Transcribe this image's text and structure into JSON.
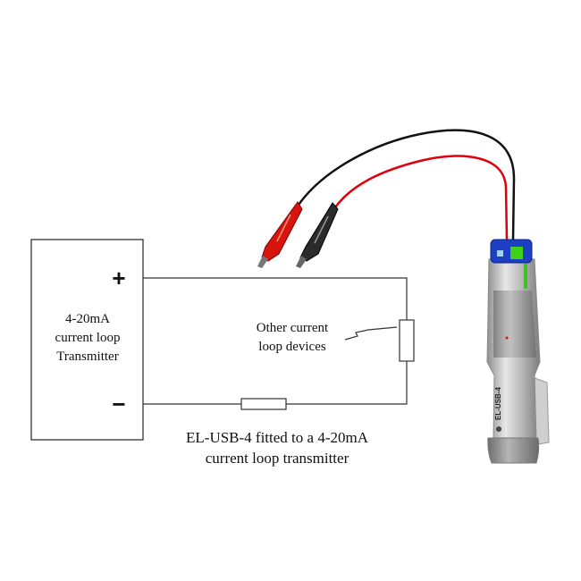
{
  "diagram": {
    "transmitter": {
      "lines": [
        "4-20mA",
        "current loop",
        "Transmitter"
      ],
      "plus": "+",
      "minus": "−"
    },
    "other_devices": {
      "lines": [
        "Other current",
        "loop devices"
      ]
    },
    "caption": {
      "lines": [
        "EL-USB-4 fitted to a 4-20mA",
        "current loop transmitter"
      ]
    },
    "device_label": "EL-USB-4",
    "colors": {
      "red_wire": "#e0000b",
      "black_wire": "#111111",
      "device_cap": "#1d3fc4",
      "device_body": "#b9b9b9"
    }
  }
}
